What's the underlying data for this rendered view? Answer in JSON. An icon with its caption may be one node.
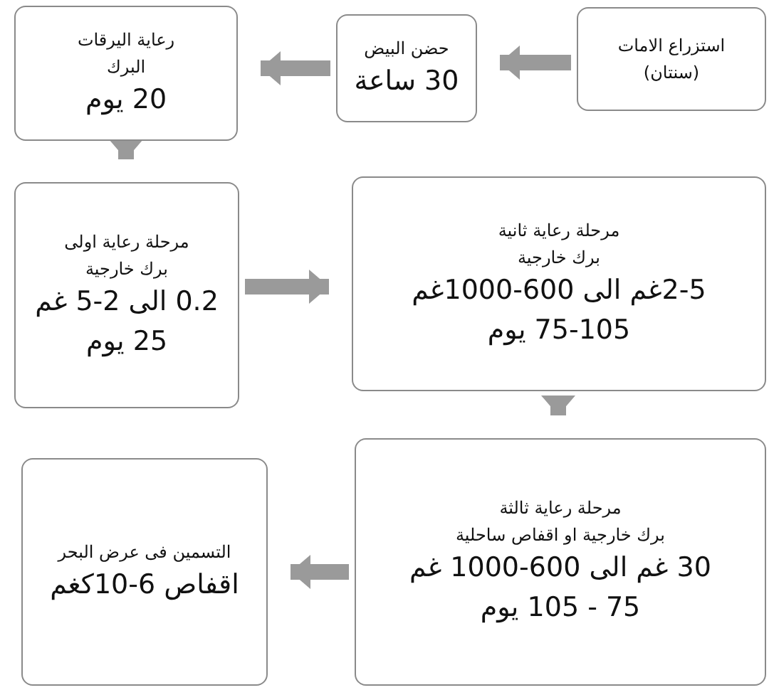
{
  "diagram": {
    "nodes": [
      {
        "text": [
          "استزراع الامات",
          "(سنتان)"
        ]
      },
      {
        "text": [
          "حضن البيض",
          "30 ساعة"
        ]
      },
      {
        "text": [
          "رعاية اليرقات",
          "البرك",
          "20 يوم"
        ]
      },
      {
        "text": [
          "مرحلة رعاية اولى",
          "برك خارجية",
          "0.2 الى 2-5 غم",
          "25 يوم"
        ]
      },
      {
        "text": [
          "مرحلة رعاية ثانية",
          "برك خارجية",
          "2-5غم الى 600-1000غم",
          "75-105 يوم"
        ]
      },
      {
        "text": [
          "مرحلة رعاية ثالثة",
          "برك خارجية او اقفاص ساحلية",
          "30 غم الى 600-1000 غم",
          "75 - 105 يوم"
        ]
      },
      {
        "text": [
          "التسمين فى عرض البحر",
          "اقفاص 6-10كغم"
        ]
      }
    ],
    "edges": [
      {
        "from": 0,
        "to": 1,
        "arrow": "to"
      },
      {
        "from": 1,
        "to": 2,
        "arrow": "to"
      },
      {
        "from": 2,
        "to": 3,
        "arrow": "to"
      },
      {
        "from": 3,
        "to": 4,
        "arrow": "to"
      },
      {
        "from": 4,
        "to": 5,
        "arrow": "to"
      },
      {
        "from": 5,
        "to": 6,
        "arrow": "to"
      }
    ]
  }
}
